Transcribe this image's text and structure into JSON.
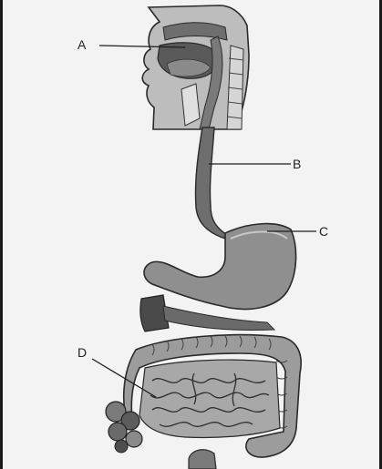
{
  "labels": {
    "a": "A",
    "b": "B",
    "c": "C",
    "d": "D"
  },
  "colors": {
    "organ_fill": "#8f8f8f",
    "organ_dark": "#4a4a4a",
    "outline": "#2a2a2a",
    "leader_line": "#1e1e1e",
    "background": "#f3f3f3"
  }
}
